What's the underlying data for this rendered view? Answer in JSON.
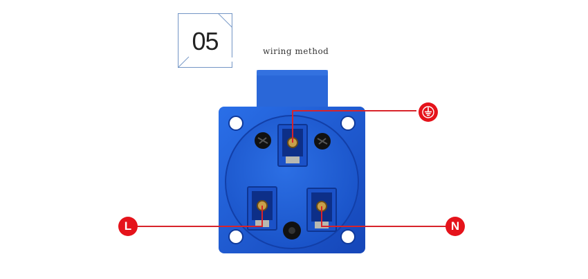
{
  "header": {
    "step_number": "05",
    "caption": "wiring method"
  },
  "badges": {
    "earth_symbol": "earth-ground",
    "live_label": "L",
    "neutral_label": "N"
  },
  "colors": {
    "socket_blue": "#1f5fd6",
    "wire_red": "#d8232a",
    "badge_red": "#e5131b",
    "brass": "#c9a04a"
  }
}
